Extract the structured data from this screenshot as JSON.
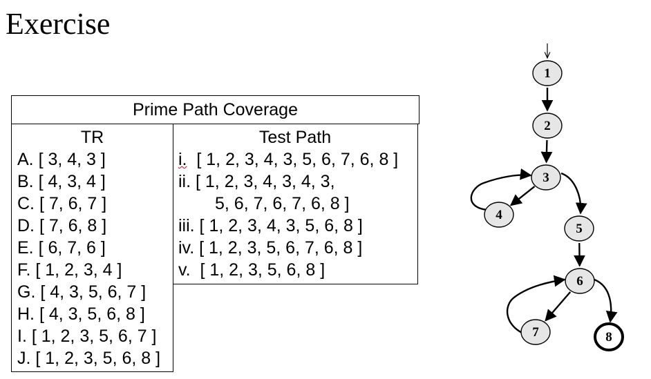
{
  "title": "Exercise",
  "table": {
    "header": "Prime Path Coverage",
    "tr_heading": "TR",
    "tr_items": [
      "A. [ 3, 4, 3 ]",
      "B. [ 4, 3, 4 ]",
      "C. [ 7, 6, 7 ]",
      "D. [ 7, 6, 8 ]",
      "E. [ 6, 7, 6 ]",
      "F. [ 1, 2, 3, 4 ]",
      "G. [ 4, 3, 5, 6, 7 ]",
      "H. [ 4, 3, 5, 6, 8 ]",
      "I. [ 1, 2, 3, 5, 6, 7 ]",
      "J. [ 1, 2, 3, 5, 6, 8 ]"
    ],
    "tp_heading": "Test Path",
    "tp_items": [
      {
        "marker": "i.",
        "path": "  [ 1, 2, 3, 4, 3, 5, 6, 7, 6, 8 ]"
      },
      {
        "marker": "ii.",
        "path": " [ 1, 2, 3, 4, 3, 4, 3,"
      },
      {
        "marker": "",
        "path": "5, 6, 7, 6, 7, 6, 8 ]"
      },
      {
        "marker": "iii.",
        "path": " [ 1, 2, 3, 4, 3, 5, 6, 8 ]"
      },
      {
        "marker": "iv.",
        "path": " [ 1, 2, 3, 5, 6, 7, 6, 8 ]"
      },
      {
        "marker": "v.",
        "path": "  [ 1, 2, 3, 5, 6, 8 ]"
      }
    ]
  },
  "graph": {
    "nodes": [
      {
        "id": "1",
        "initial": true,
        "final": false
      },
      {
        "id": "2",
        "initial": false,
        "final": false
      },
      {
        "id": "3",
        "initial": false,
        "final": false
      },
      {
        "id": "4",
        "initial": false,
        "final": false
      },
      {
        "id": "5",
        "initial": false,
        "final": false
      },
      {
        "id": "6",
        "initial": false,
        "final": false
      },
      {
        "id": "7",
        "initial": false,
        "final": false
      },
      {
        "id": "8",
        "initial": false,
        "final": true
      }
    ],
    "edges": [
      [
        "1",
        "2"
      ],
      [
        "2",
        "3"
      ],
      [
        "3",
        "4"
      ],
      [
        "4",
        "3"
      ],
      [
        "3",
        "5"
      ],
      [
        "5",
        "6"
      ],
      [
        "6",
        "7"
      ],
      [
        "7",
        "6"
      ],
      [
        "6",
        "8"
      ]
    ],
    "node_fill": "#e6e6e6",
    "stroke_color": "#000000"
  }
}
